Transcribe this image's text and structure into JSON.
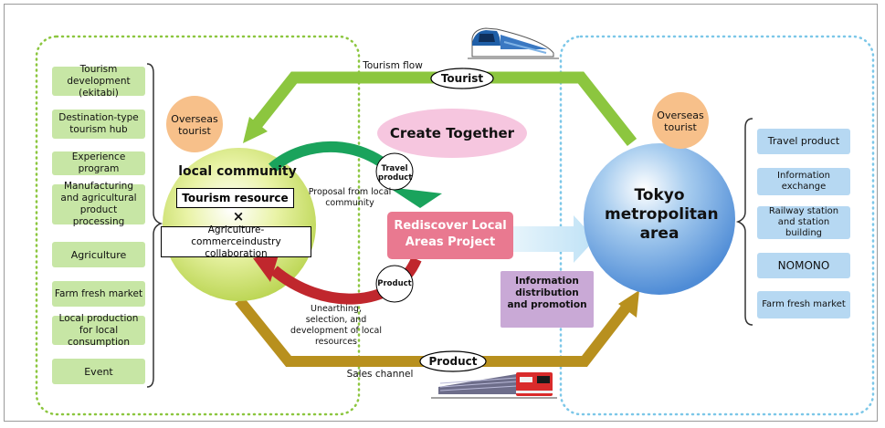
{
  "left_list": [
    "Tourism development (ekitabi)",
    "Destination-type tourism hub",
    "Experience program",
    "Manufacturing and agricultural product processing",
    "Agriculture",
    "Farm fresh market",
    "Local production for local consumption",
    "Event"
  ],
  "right_list": [
    "Travel product",
    "Information exchange",
    "Railway station and station building",
    "NOMONO",
    "Farm fresh market"
  ],
  "left_cluster": {
    "overseas": "Overseas tourist",
    "title": "local community",
    "resource": "Tourism resource",
    "cross": "×",
    "collab": "Agriculture-commerceindustry collaboration"
  },
  "right_cluster": {
    "overseas": "Overseas tourist",
    "title": "Tokyo metropolitan area"
  },
  "center": {
    "create": "Create Together",
    "project": "Rediscover Local Areas Project",
    "proposal": "Proposal from local community",
    "travel_product": "Travel product",
    "product_small": "Product",
    "unearthing": "Unearthing, selection, and development of local resources",
    "info": "Information distribution and promotion"
  },
  "flows": {
    "tourism_flow": "Tourism flow",
    "tourist": "Tourist",
    "product": "Product",
    "sales_channel": "Sales channel"
  },
  "colors": {
    "green_arrow": "#8cc63f",
    "gold_arrow": "#b8901e",
    "red_arrow": "#c0272d",
    "left_list_fill": "#c7e6a5",
    "right_list_fill": "#b6d8f2",
    "project_fill": "#e97990",
    "info_fill": "#c9a9d6",
    "create_fill": "#f6c6df",
    "overseas_fill": "#f7c08a"
  }
}
